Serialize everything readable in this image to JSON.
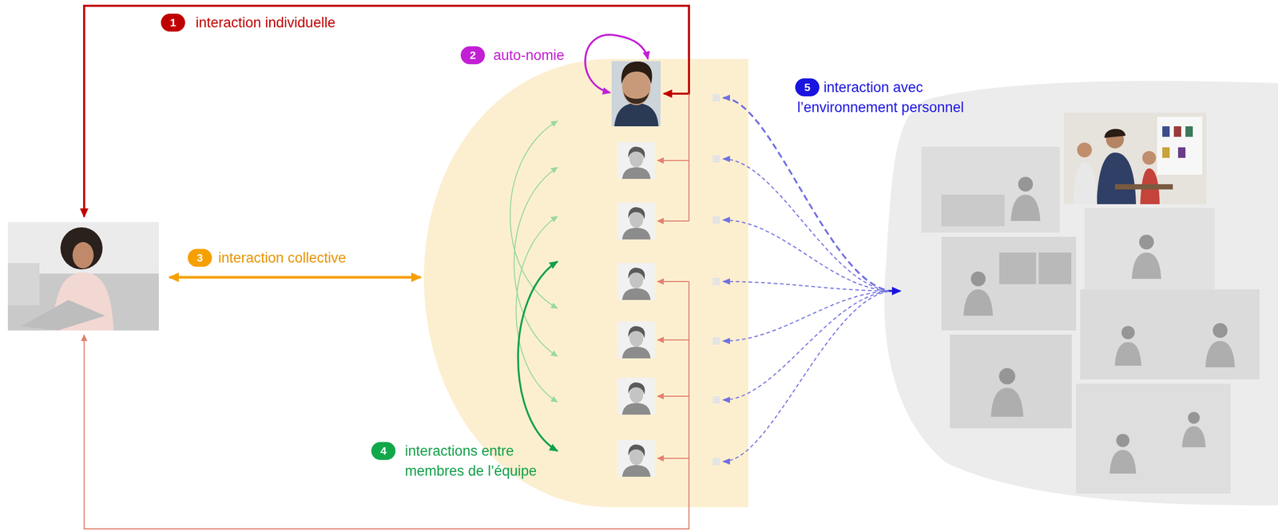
{
  "diagram": {
    "labels": [
      "1",
      "interaction individuelle",
      "2",
      "auto-nomie",
      "5",
      "interaction avec l’environnement personnel",
      "3",
      "interaction collective",
      "4",
      "interactions entre membres de l’équipe"
    ]
  }
}
